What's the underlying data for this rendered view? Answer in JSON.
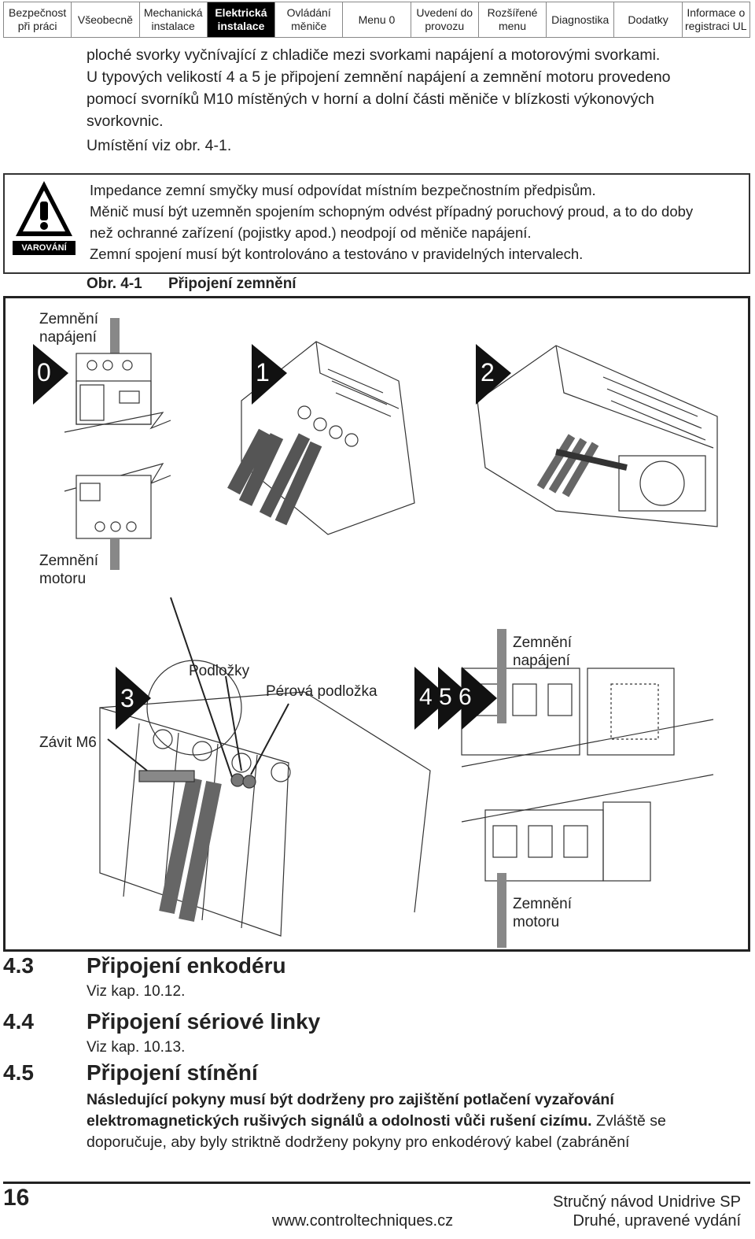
{
  "nav": [
    {
      "label": "Bezpečnost\npři práci"
    },
    {
      "label": "Všeobecně"
    },
    {
      "label": "Mechanická\ninstalace"
    },
    {
      "label": "Elektrická\ninstalace",
      "active": true
    },
    {
      "label": "Ovládání\nměniče"
    },
    {
      "label": "Menu 0"
    },
    {
      "label": "Uvedení do\nprovozu"
    },
    {
      "label": "Rozšířené\nmenu"
    },
    {
      "label": "Diagnostika"
    },
    {
      "label": "Dodatky"
    },
    {
      "label": "Informace o\nregistraci UL"
    }
  ],
  "intro": {
    "line1": "ploché svorky vyčnívající z chladiče mezi svorkami napájení a motorovými svorkami.",
    "line2": "U typových velikostí 4 a 5 je připojení zemnění napájení a zemnění motoru provedeno",
    "line3": "pomocí svorníků M10 místěných v horní a dolní části měniče v blízkosti výkonových",
    "line4": "svorkovnic.",
    "line5": "Umístění viz obr. 4-1."
  },
  "warning": {
    "label": "VAROVÁNÍ",
    "line1": "Impedance zemní smyčky musí odpovídat místním bezpečnostním předpisům.",
    "line2": "Měnič musí být uzemněn spojením schopným odvést případný poruchový proud, a to do doby",
    "line3": "než ochranné zařízení (pojistky apod.) neodpojí od měniče napájení.",
    "line4": "Zemní spojení musí být kontrolováno a testováno v pravidelných intervalech."
  },
  "figure": {
    "number": "Obr. 4-1",
    "title": "Připojení zemnění",
    "supply_earth_top": "Zemnění\nnapájení",
    "motor_earth_left": "Zemnění\nmotoru",
    "washers": "Podložky",
    "spring_washer": "Pérová podložka",
    "thread": "Závit M6",
    "supply_earth_right": "Zemnění\nnapájení",
    "motor_earth_right": "Zemnění\nmotoru",
    "steps": {
      "s0": "0",
      "s1": "1",
      "s2": "2",
      "s3": "3",
      "s456": "4 5 6"
    }
  },
  "sections": [
    {
      "num": "4.3",
      "title": "Připojení enkodéru",
      "ref": "Viz kap. 10.12."
    },
    {
      "num": "4.4",
      "title": "Připojení sériové linky",
      "ref": "Viz kap. 10.13."
    },
    {
      "num": "4.5",
      "title": "Připojení stínění"
    }
  ],
  "shielding": {
    "bold1": "Následující pokyny musí být dodrženy pro zajištění potlačení vyzařování",
    "bold2": "elektromagnetických rušivých signálů a odolnosti vůči rušení cizímu.",
    "normal2": " Zvláště se",
    "line3": "doporučuje, aby byly striktně dodrženy pokyny pro enkodérový kabel (zabránění"
  },
  "footer": {
    "page": "16",
    "title": "Stručný návod Unidrive SP",
    "url": "www.controltechniques.cz",
    "edition": "Druhé, upravené vydání"
  }
}
